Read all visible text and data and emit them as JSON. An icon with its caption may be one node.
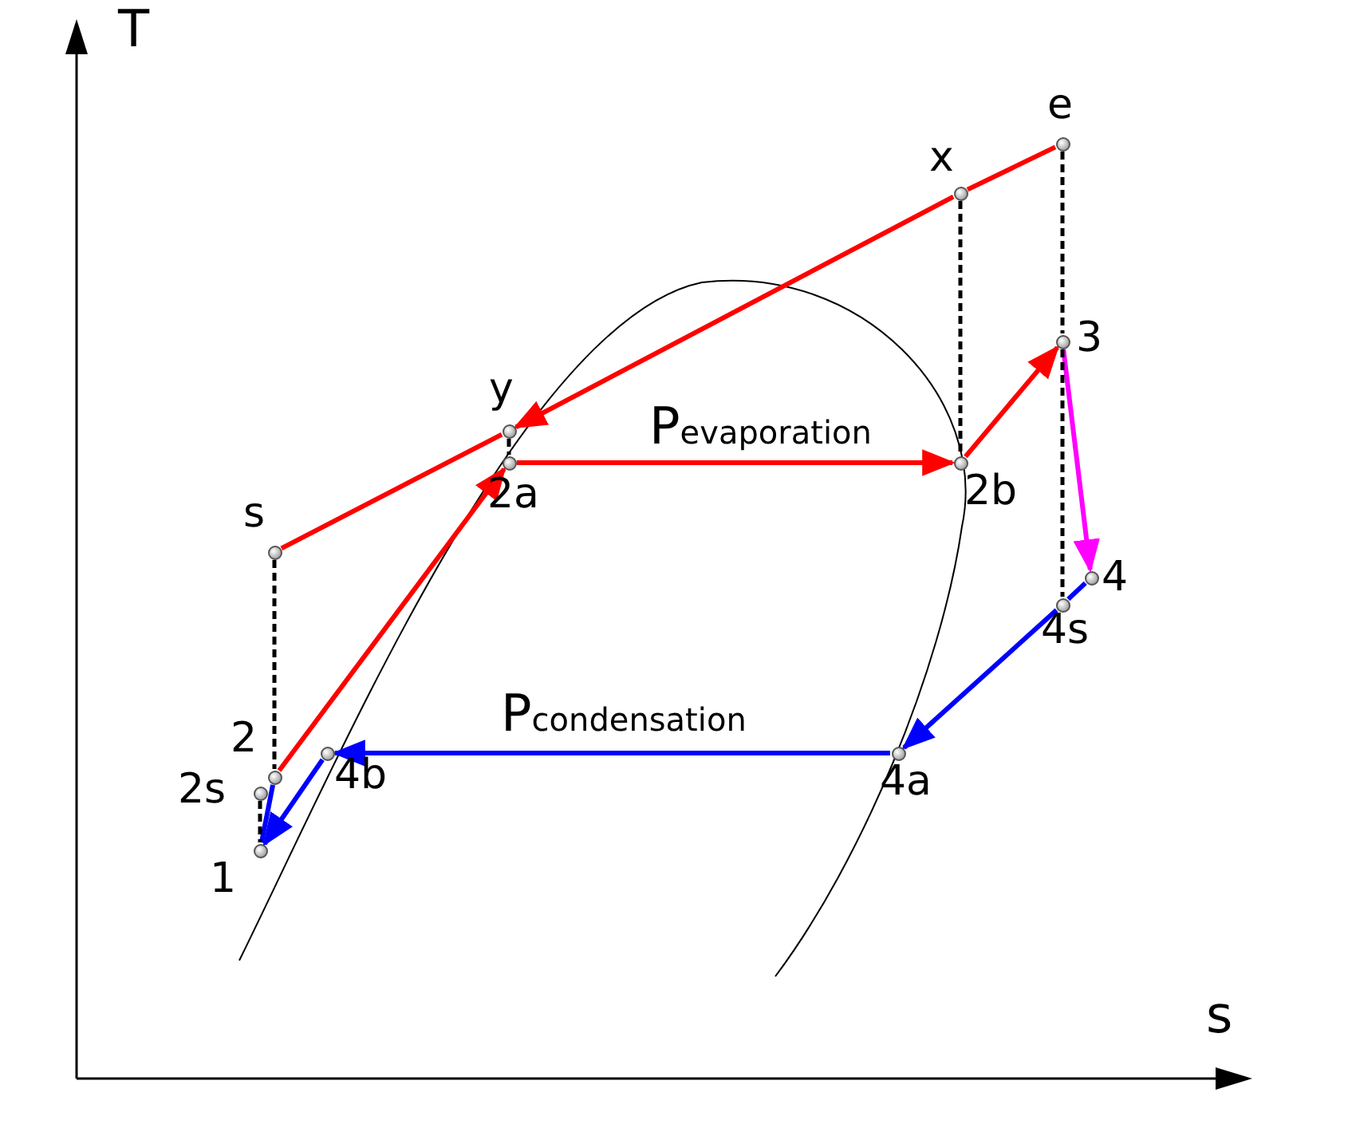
{
  "diagram": {
    "nodes": [
      {
        "text": [
          "e"
        ]
      },
      {
        "text": [
          "x"
        ]
      },
      {
        "text": [
          "3"
        ]
      },
      {
        "text": [
          "y"
        ]
      },
      {
        "text": [
          "2a"
        ]
      },
      {
        "text": [
          "2b"
        ]
      },
      {
        "text": [
          "s"
        ]
      },
      {
        "text": [
          "4"
        ]
      },
      {
        "text": [
          "4s"
        ]
      },
      {
        "text": [
          "2"
        ]
      },
      {
        "text": [
          "4a"
        ]
      },
      {
        "text": [
          "4b"
        ]
      },
      {
        "text": [
          "2s"
        ]
      },
      {
        "text": [
          "1"
        ]
      }
    ],
    "edges": [
      {
        "from": 0,
        "to": 1,
        "arrow": "none",
        "color": "#ff0000"
      },
      {
        "from": 1,
        "to": 3,
        "arrow": "to",
        "color": "#ff0000"
      },
      {
        "from": 3,
        "to": 6,
        "arrow": "none",
        "color": "#ff0000"
      },
      {
        "from": 4,
        "to": 5,
        "arrow": "to",
        "label": "P$_{evaporation}$",
        "color": "#ff0000"
      },
      {
        "from": 5,
        "to": 2,
        "arrow": "to",
        "color": "#ff0000"
      },
      {
        "from": 2,
        "to": 7,
        "arrow": "to",
        "color": "#ff00ff"
      },
      {
        "from": 7,
        "to": 8,
        "arrow": "none",
        "color": "#0000ff"
      },
      {
        "from": 8,
        "to": 10,
        "arrow": "to",
        "color": "#0000ff"
      },
      {
        "from": 10,
        "to": 11,
        "arrow": "to",
        "label": "P$_{condensation}$",
        "color": "#0000ff"
      },
      {
        "from": 11,
        "to": 13,
        "arrow": "to",
        "color": "#0000ff"
      },
      {
        "from": 13,
        "to": 9,
        "arrow": "none",
        "color": "#0000ff"
      },
      {
        "from": 9,
        "to": 4,
        "arrow": "to",
        "color": "#ff0000"
      },
      {
        "from": 0,
        "to": 2,
        "arrow": "none",
        "style": "dashed",
        "color": "#000000"
      },
      {
        "from": 2,
        "to": 8,
        "arrow": "none",
        "style": "dashed",
        "color": "#000000"
      },
      {
        "from": 1,
        "to": 5,
        "arrow": "none",
        "style": "dashed",
        "color": "#000000"
      },
      {
        "from": 3,
        "to": 4,
        "arrow": "none",
        "style": "dashed",
        "color": "#000000"
      },
      {
        "from": 6,
        "to": 9,
        "arrow": "none",
        "style": "dashed",
        "color": "#000000"
      },
      {
        "from": 12,
        "to": 13,
        "arrow": "none",
        "style": "dashed",
        "color": "#000000"
      }
    ],
    "labels": [
      "T",
      "s"
    ]
  }
}
